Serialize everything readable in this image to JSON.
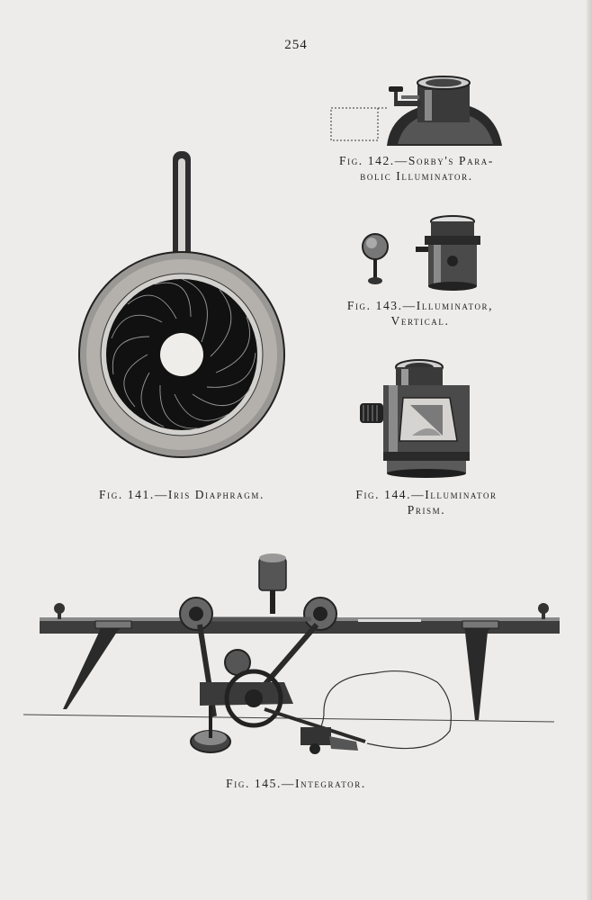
{
  "page": {
    "number": "254"
  },
  "figures": [
    {
      "id": "fig-142",
      "caption_line1": "Fig. 142.—Sorby's Para-",
      "caption_line2": "bolic Illuminator."
    },
    {
      "id": "fig-143",
      "caption_line1": "Fig. 143.—Illuminator,",
      "caption_line2": "Vertical."
    },
    {
      "id": "fig-141",
      "caption_line1": "Fig. 141.—Iris Diaphragm."
    },
    {
      "id": "fig-144",
      "caption_line1": "Fig. 144.—Illuminator",
      "caption_line2": "Prism."
    },
    {
      "id": "fig-145",
      "caption_line1": "Fig. 145.—Integrator."
    }
  ],
  "colors": {
    "paper": "#eeecea",
    "ink": "#1e1e1e"
  }
}
